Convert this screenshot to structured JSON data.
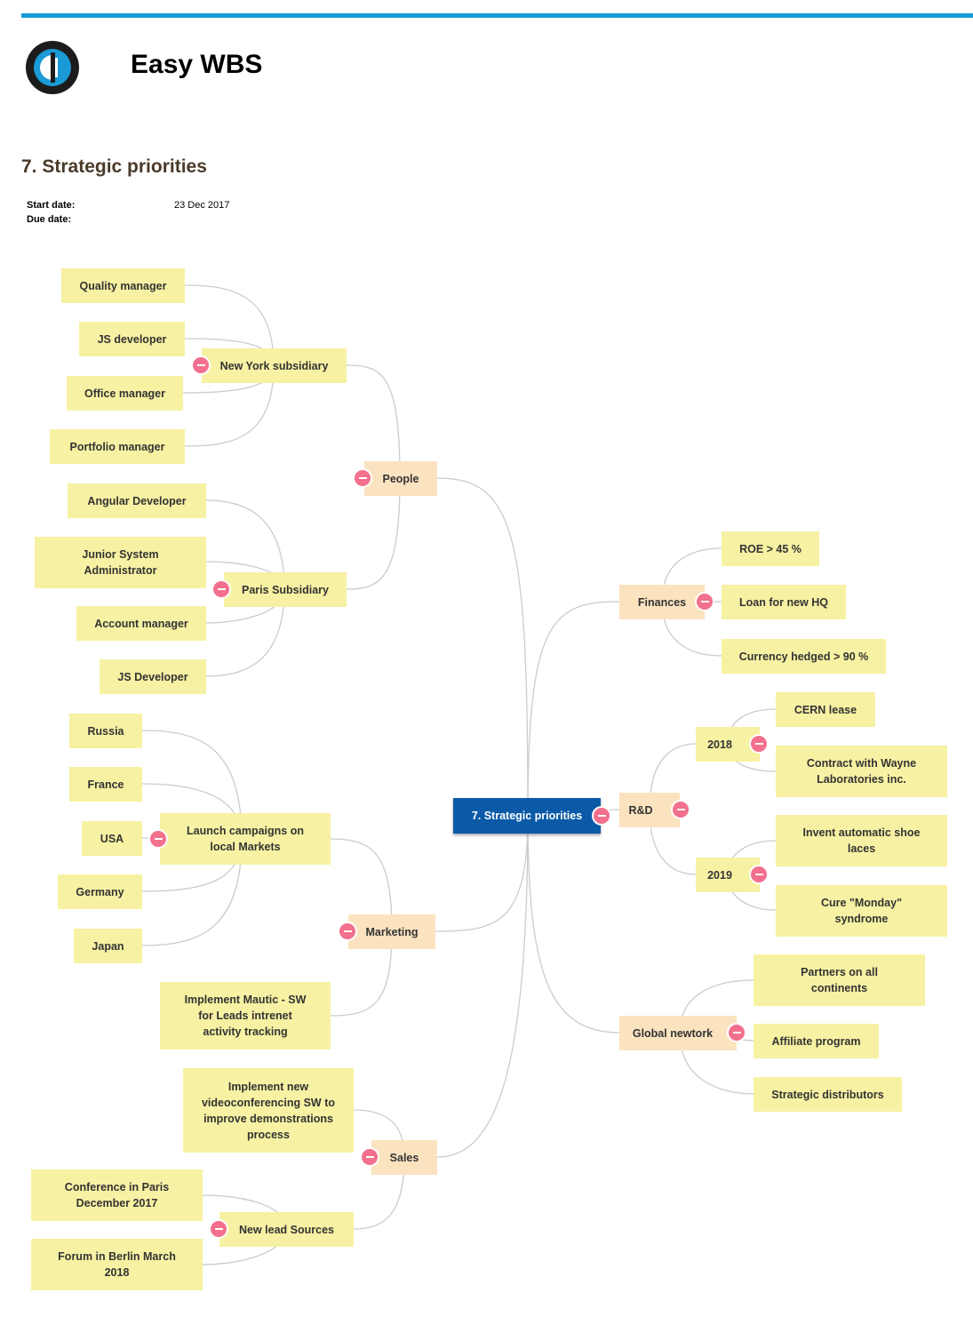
{
  "app": {
    "title": "Easy WBS",
    "logo_icon": "easy-wbs-logo",
    "accent_color": "#1a9ad6"
  },
  "page": {
    "title": "7. Strategic priorities",
    "start_date_label": "Start date:",
    "start_date_value": "23 Dec 2017",
    "due_date_label": "Due date:",
    "due_date_value": ""
  },
  "colors": {
    "root": "#0b5aa8",
    "branch": "#fbe3c0",
    "leaf": "#f7f1a3",
    "toggle": "#f2708d",
    "connector": "#cccccc"
  },
  "mindmap": {
    "root": "7. Strategic priorities",
    "people": {
      "label": "People",
      "new_york": {
        "label": "New York subsidiary",
        "items": [
          "Quality manager",
          "JS developer",
          "Office manager",
          "Portfolio manager"
        ]
      },
      "paris": {
        "label": "Paris Subsidiary",
        "items": [
          "Angular Developer",
          "Junior System Administrator",
          "Account manager",
          "JS Developer"
        ]
      }
    },
    "marketing": {
      "label": "Marketing",
      "campaigns": {
        "label": "Launch campaigns on local Markets",
        "items": [
          "Russia",
          "France",
          "USA",
          "Germany",
          "Japan"
        ]
      },
      "mautic": "Implement Mautic - SW for Leads intrenet activity tracking"
    },
    "sales": {
      "label": "Sales",
      "videoconf": "Implement new videoconferencing SW to improve demonstrations process",
      "lead_sources": {
        "label": "New lead Sources",
        "items": [
          "Conference in Paris December 2017",
          "Forum in Berlin March 2018"
        ]
      }
    },
    "finances": {
      "label": "Finances",
      "items": [
        "ROE > 45 %",
        "Loan for new HQ",
        "Currency hedged > 90 %"
      ]
    },
    "rnd": {
      "label": "R&D",
      "y2018": {
        "label": "2018",
        "items": [
          "CERN lease",
          "Contract with Wayne Laboratories inc."
        ]
      },
      "y2019": {
        "label": "2019",
        "items": [
          "Invent automatic shoe laces",
          "Cure \"Monday\" syndrome"
        ]
      }
    },
    "global_network": {
      "label": "Global newtork",
      "items": [
        "Partners on all continents",
        "Affiliate program",
        "Strategic distributors"
      ]
    }
  }
}
